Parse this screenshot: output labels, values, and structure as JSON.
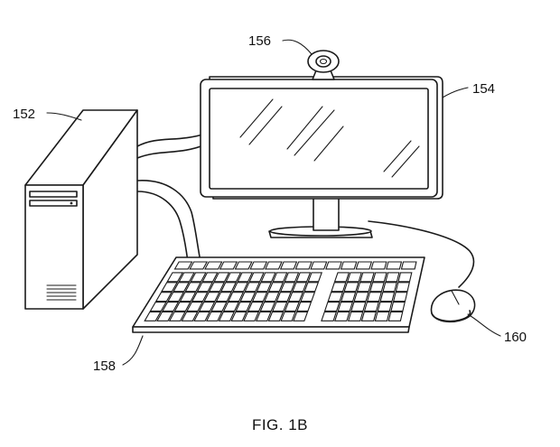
{
  "labels": {
    "tower": "152",
    "monitor": "154",
    "webcam": "156",
    "keyboard": "158",
    "mouse": "160"
  },
  "caption": "FIG. 1B"
}
